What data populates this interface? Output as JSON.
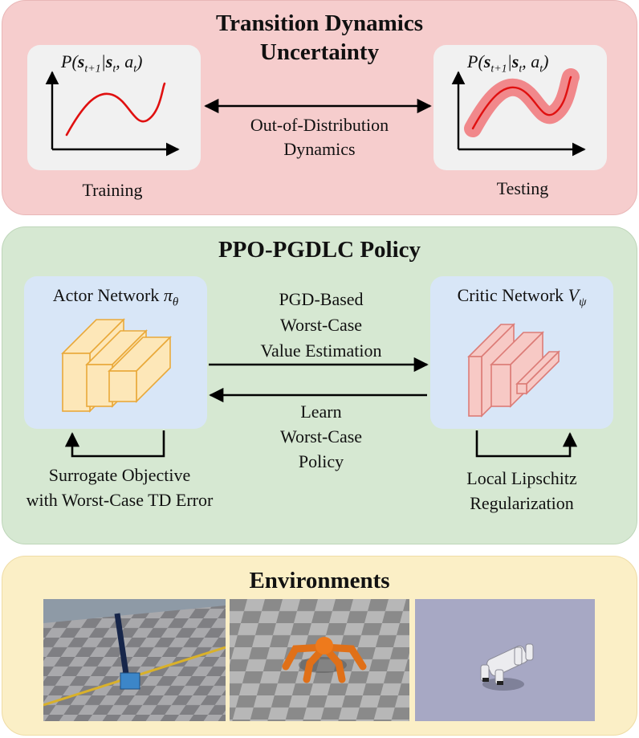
{
  "top_panel": {
    "title_line1": "Transition Dynamics",
    "title_line2": "Uncertainty",
    "left_plot": {
      "caption": "Training",
      "formula": "P(s_{t+1}|s_t, a_t)"
    },
    "right_plot": {
      "caption": "Testing",
      "formula": "P(s_{t+1}|s_t, a_t)"
    },
    "arrow_text_line1": "Out-of-Distribution",
    "arrow_text_line2": "Dynamics"
  },
  "middle_panel": {
    "title": "PPO-PGDLC Policy",
    "actor_label": "Actor Network",
    "actor_symbol": "π",
    "actor_subscript": "θ",
    "critic_label": "Critic Network",
    "critic_symbol": "V",
    "critic_subscript": "ψ",
    "forward_text": [
      "PGD-Based",
      "Worst-Case",
      "Value Estimation"
    ],
    "backward_text": [
      "Learn",
      "Worst-Case",
      "Policy"
    ],
    "actor_loop_text": [
      "Surrogate Objective",
      "with Worst-Case TD Error"
    ],
    "critic_loop_text": [
      "Local Lipschitz",
      "Regularization"
    ]
  },
  "bottom_panel": {
    "title": "Environments",
    "environments": [
      "cartpole-scene",
      "ant-scene",
      "quadruped-scene"
    ]
  },
  "colors": {
    "top_panel_bg": "#f6cdcd",
    "middle_panel_bg": "#d6e8d2",
    "bottom_panel_bg": "#fbefc6",
    "actor_block": "#fde7b8",
    "actor_stroke": "#e9a93a",
    "critic_block": "#f7c9c5",
    "critic_stroke": "#dc7c77",
    "curve": "#e01010",
    "uncertainty_band": "#f1888b"
  }
}
